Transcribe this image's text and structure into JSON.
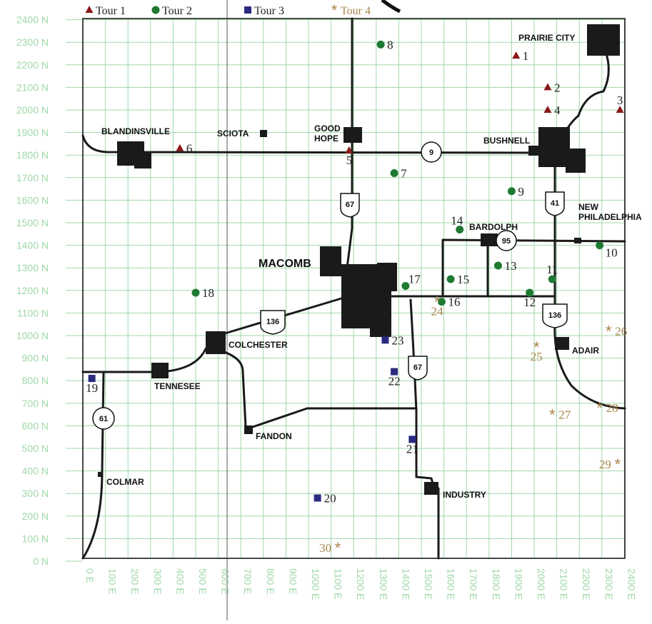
{
  "legend": [
    {
      "id": "tour1",
      "label": "Tour 1",
      "shape": "triangle",
      "color": "#8b1a1a"
    },
    {
      "id": "tour2",
      "label": "Tour 2",
      "shape": "circle",
      "color": "#1e7a32"
    },
    {
      "id": "tour3",
      "label": "Tour 3",
      "shape": "square",
      "color": "#2a2a80"
    },
    {
      "id": "tour4",
      "label": "Tour 4",
      "shape": "asterisk",
      "color": "#a8844a"
    }
  ],
  "colors": {
    "grid": "#9fd8a8",
    "axis_label": "#9fd8a8",
    "road": "#1a1a1a",
    "town": "#1a1a1a"
  },
  "axes": {
    "y_labels": [
      "2400 N",
      "2300 N",
      "2200 N",
      "2100 N",
      "2000 N",
      "1900 N",
      "1800 N",
      "1700 N",
      "1600 N",
      "1500 N",
      "1400 N",
      "1300 N",
      "1200 N",
      "1100 N",
      "1000 N",
      "900 N",
      "800 N",
      "700 N",
      "600 N",
      "500 N",
      "400 N",
      "300 N",
      "200 N",
      "100 N",
      "0 N"
    ],
    "x_labels": [
      "0 E",
      "100 E",
      "200 E",
      "300 E",
      "400 E",
      "500 E",
      "600 E",
      "700 E",
      "800 E",
      "900 E",
      "1000 E",
      "1100 E",
      "1200 E",
      "1300 E",
      "1400 E",
      "1500 E",
      "1600 E",
      "1700 E",
      "1800 E",
      "1900 E",
      "2000 E",
      "2100 E",
      "2200 E",
      "2300 E",
      "2400 E"
    ]
  },
  "towns": [
    {
      "name": "PRAIRIE CITY",
      "e": 2340,
      "n": 2270
    },
    {
      "name": "BLANDINSVILLE",
      "e": 230,
      "n": 1780
    },
    {
      "name": "SCIOTA",
      "e": 780,
      "n": 1900
    },
    {
      "name": "GOOD\nHOPE",
      "e": 1150,
      "n": 1910
    },
    {
      "name": "BUSHNELL",
      "e": 2160,
      "n": 1840
    },
    {
      "name": "MACOMB",
      "e": 1130,
      "n": 1340
    },
    {
      "name": "BARDOLPH",
      "e": 1820,
      "n": 1400
    },
    {
      "name": "NEW\nPHILADELPHIA",
      "e": 2220,
      "n": 1490
    },
    {
      "name": "COLCHESTER",
      "e": 620,
      "n": 980
    },
    {
      "name": "ADAIR",
      "e": 2230,
      "n": 960
    },
    {
      "name": "TENNESEE",
      "e": 360,
      "n": 810
    },
    {
      "name": "FANDON",
      "e": 750,
      "n": 560
    },
    {
      "name": "COLMAR",
      "e": 130,
      "n": 370
    },
    {
      "name": "INDUSTRY",
      "e": 1620,
      "n": 330
    }
  ],
  "highways": [
    {
      "number": "9",
      "e": 1550,
      "n": 1820
    },
    {
      "number": "67",
      "e": 1150,
      "n": 1590
    },
    {
      "number": "41",
      "e": 2160,
      "n": 1620
    },
    {
      "number": "95",
      "e": 2010,
      "n": 1410
    },
    {
      "number": "136",
      "e": 850,
      "n": 1070
    },
    {
      "number": "136",
      "e": 2150,
      "n": 1120
    },
    {
      "number": "67",
      "e": 1470,
      "n": 880
    },
    {
      "number": "61",
      "e": 140,
      "n": 640
    }
  ],
  "sites": [
    {
      "label": "1",
      "tour": "tour1",
      "e": 1920,
      "n": 2240,
      "side": "right"
    },
    {
      "label": "2",
      "tour": "tour1",
      "e": 2060,
      "n": 2100,
      "side": "right"
    },
    {
      "label": "3",
      "tour": "tour1",
      "e": 2380,
      "n": 2000,
      "side": "top"
    },
    {
      "label": "4",
      "tour": "tour1",
      "e": 2060,
      "n": 2000,
      "side": "right"
    },
    {
      "label": "5",
      "tour": "tour1",
      "e": 1180,
      "n": 1820,
      "side": "below"
    },
    {
      "label": "6",
      "tour": "tour1",
      "e": 430,
      "n": 1830,
      "side": "right"
    },
    {
      "label": "8",
      "tour": "tour2",
      "e": 1320,
      "n": 2290,
      "side": "right"
    },
    {
      "label": "7",
      "tour": "tour2",
      "e": 1380,
      "n": 1720,
      "side": "right"
    },
    {
      "label": "9",
      "tour": "tour2",
      "e": 1900,
      "n": 1640,
      "side": "right"
    },
    {
      "label": "14",
      "tour": "tour2",
      "e": 1670,
      "n": 1470,
      "side": "left-top"
    },
    {
      "label": "10",
      "tour": "tour2",
      "e": 2290,
      "n": 1400,
      "side": "right-below"
    },
    {
      "label": "13",
      "tour": "tour2",
      "e": 1840,
      "n": 1310,
      "side": "right"
    },
    {
      "label": "11",
      "tour": "tour2",
      "e": 2080,
      "n": 1250,
      "side": "top"
    },
    {
      "label": "15",
      "tour": "tour2",
      "e": 1630,
      "n": 1250,
      "side": "right"
    },
    {
      "label": "17",
      "tour": "tour2",
      "e": 1430,
      "n": 1220,
      "side": "top-right"
    },
    {
      "label": "12",
      "tour": "tour2",
      "e": 1980,
      "n": 1190,
      "side": "below"
    },
    {
      "label": "16",
      "tour": "tour2",
      "e": 1590,
      "n": 1150,
      "side": "right"
    },
    {
      "label": "18",
      "tour": "tour2",
      "e": 500,
      "n": 1190,
      "side": "right"
    },
    {
      "label": "23",
      "tour": "tour3",
      "e": 1340,
      "n": 980,
      "side": "right"
    },
    {
      "label": "22",
      "tour": "tour3",
      "e": 1380,
      "n": 840,
      "side": "below"
    },
    {
      "label": "19",
      "tour": "tour3",
      "e": 40,
      "n": 810,
      "side": "below"
    },
    {
      "label": "21",
      "tour": "tour3",
      "e": 1460,
      "n": 540,
      "side": "below"
    },
    {
      "label": "20",
      "tour": "tour3",
      "e": 1040,
      "n": 280,
      "side": "right"
    },
    {
      "label": "24",
      "tour": "tour4",
      "e": 1570,
      "n": 1150,
      "side": "below"
    },
    {
      "label": "26",
      "tour": "tour4",
      "e": 2330,
      "n": 1020,
      "side": "right"
    },
    {
      "label": "25",
      "tour": "tour4",
      "e": 2010,
      "n": 950,
      "side": "below"
    },
    {
      "label": "28",
      "tour": "tour4",
      "e": 2290,
      "n": 680,
      "side": "right"
    },
    {
      "label": "27",
      "tour": "tour4",
      "e": 2080,
      "n": 650,
      "side": "right"
    },
    {
      "label": "29",
      "tour": "tour4",
      "e": 2370,
      "n": 430,
      "side": "left"
    },
    {
      "label": "30",
      "tour": "tour4",
      "e": 1130,
      "n": 60,
      "side": "left"
    }
  ]
}
